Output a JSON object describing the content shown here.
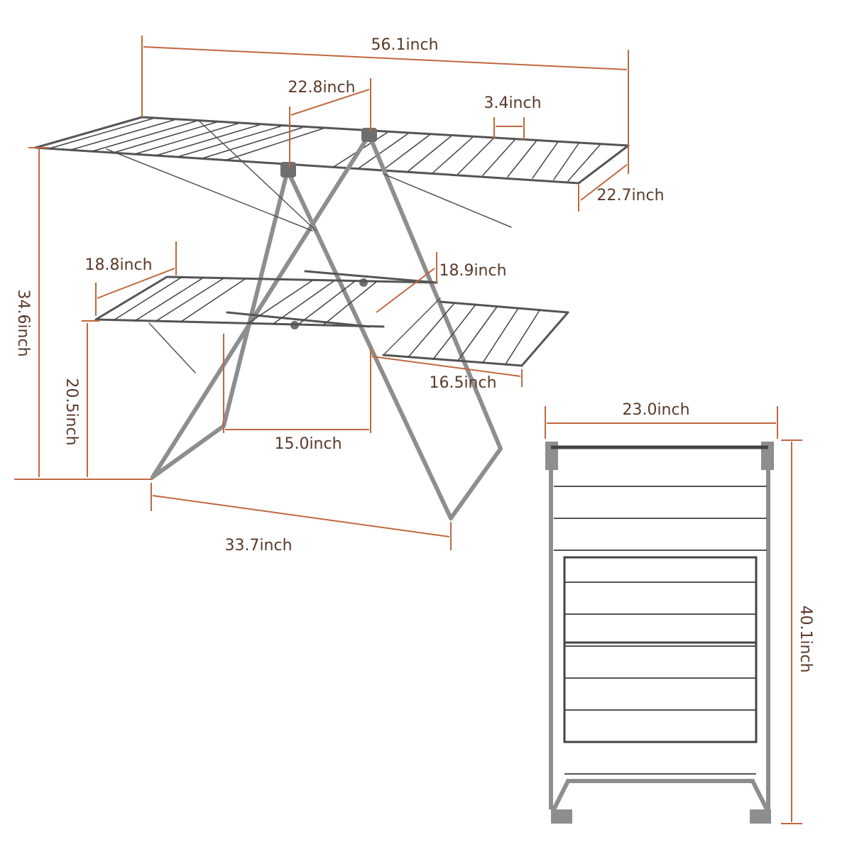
{
  "colors": {
    "dimension": "#c0683e",
    "text": "#5a3a2a",
    "frame": "#8e8e8e",
    "frame_dark": "#6e6e6e",
    "wire": "#444444",
    "background": "#ffffff"
  },
  "dimensions": {
    "total_length": "56.1inch",
    "center_section": "22.8inch",
    "rod_spacing": "3.4inch",
    "top_width": "22.7inch",
    "total_height": "34.6inch",
    "lower_wing_left": "18.8inch",
    "lower_wing_right_depth": "18.9inch",
    "lower_shelf_height": "20.5inch",
    "lower_wing_right": "16.5inch",
    "leg_inner_span": "15.0inch",
    "base_length": "33.7inch",
    "folded_width": "23.0inch",
    "folded_height": "40.1inch"
  }
}
